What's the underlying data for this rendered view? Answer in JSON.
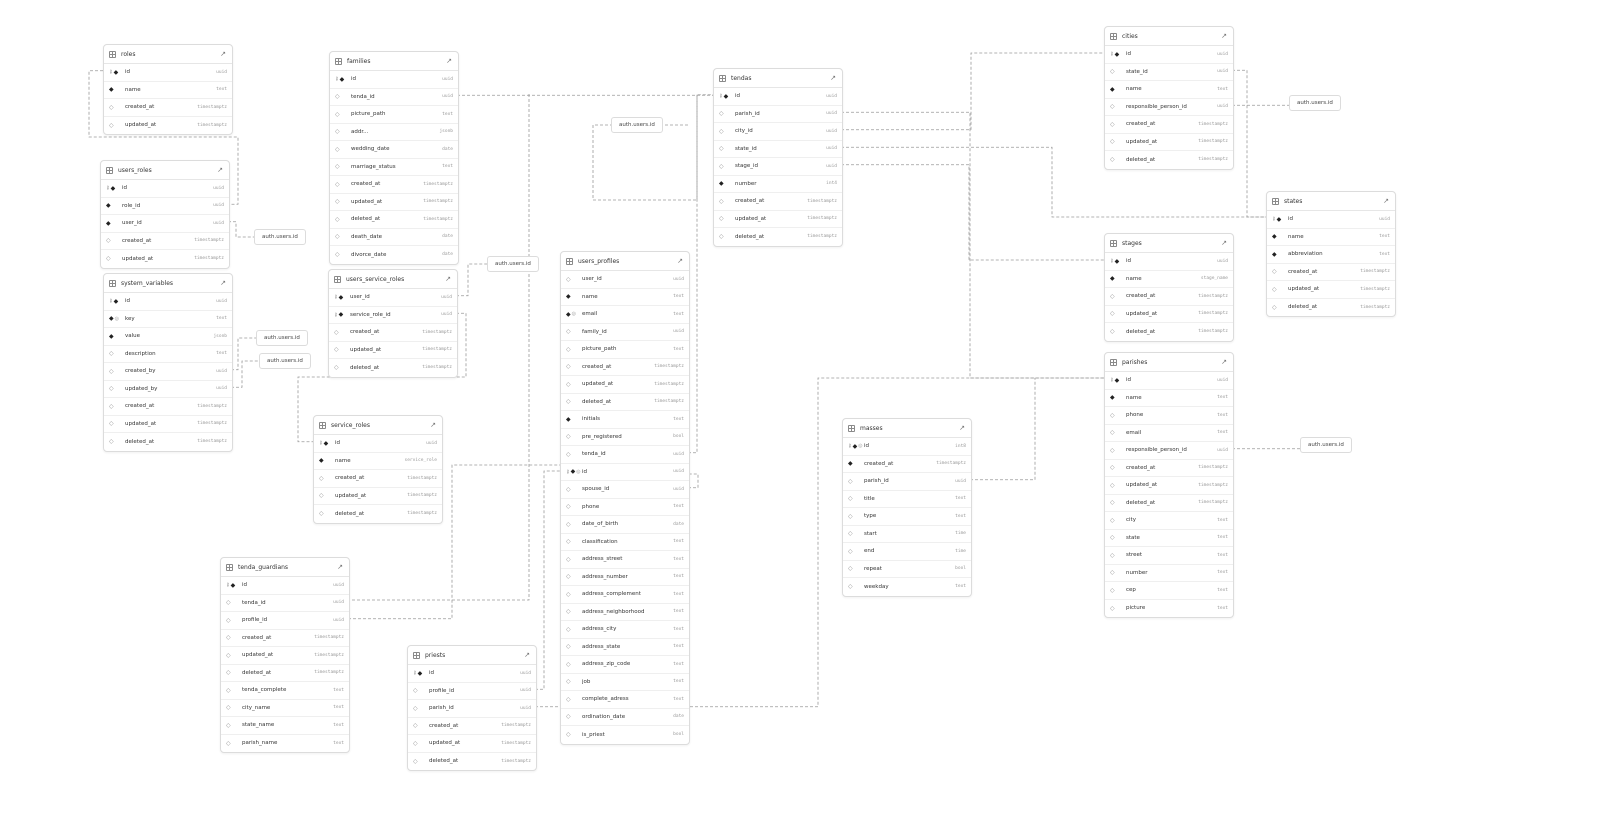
{
  "reference_label": "auth.users.id",
  "tables": [
    {
      "id": "roles",
      "name": "roles",
      "columns": [
        {
          "name": "id",
          "type": "uuid",
          "pk": true,
          "req": true
        },
        {
          "name": "name",
          "type": "text",
          "req": true
        },
        {
          "name": "created_at",
          "type": "timestamptz"
        },
        {
          "name": "updated_at",
          "type": "timestamptz"
        }
      ]
    },
    {
      "id": "users_roles",
      "name": "users_roles",
      "columns": [
        {
          "name": "id",
          "type": "uuid",
          "pk": true,
          "req": true
        },
        {
          "name": "role_id",
          "type": "uuid",
          "req": true
        },
        {
          "name": "user_id",
          "type": "uuid",
          "req": true
        },
        {
          "name": "created_at",
          "type": "timestamptz"
        },
        {
          "name": "updated_at",
          "type": "timestamptz"
        }
      ]
    },
    {
      "id": "system_variables",
      "name": "system_variables",
      "columns": [
        {
          "name": "id",
          "type": "uuid",
          "pk": true,
          "req": true
        },
        {
          "name": "key",
          "type": "text",
          "req": true,
          "uniq": true
        },
        {
          "name": "value",
          "type": "jsonb",
          "req": true
        },
        {
          "name": "description",
          "type": "text"
        },
        {
          "name": "created_by",
          "type": "uuid"
        },
        {
          "name": "updated_by",
          "type": "uuid"
        },
        {
          "name": "created_at",
          "type": "timestamptz"
        },
        {
          "name": "updated_at",
          "type": "timestamptz"
        },
        {
          "name": "deleted_at",
          "type": "timestamptz"
        }
      ]
    },
    {
      "id": "families",
      "name": "families",
      "columns": [
        {
          "name": "id",
          "type": "uuid",
          "pk": true,
          "req": true
        },
        {
          "name": "tenda_id",
          "type": "uuid"
        },
        {
          "name": "picture_path",
          "type": "text"
        },
        {
          "name": "addr...",
          "type": "jsonb"
        },
        {
          "name": "wedding_date",
          "type": "date"
        },
        {
          "name": "marriage_status",
          "type": "text"
        },
        {
          "name": "created_at",
          "type": "timestamptz"
        },
        {
          "name": "updated_at",
          "type": "timestamptz"
        },
        {
          "name": "deleted_at",
          "type": "timestamptz"
        },
        {
          "name": "death_date",
          "type": "date"
        },
        {
          "name": "divorce_date",
          "type": "date"
        }
      ]
    },
    {
      "id": "users_service_roles",
      "name": "users_service_roles",
      "columns": [
        {
          "name": "user_id",
          "type": "uuid",
          "pk": true,
          "req": true
        },
        {
          "name": "service_role_id",
          "type": "uuid",
          "pk": true,
          "req": true
        },
        {
          "name": "created_at",
          "type": "timestamptz"
        },
        {
          "name": "updated_at",
          "type": "timestamptz"
        },
        {
          "name": "deleted_at",
          "type": "timestamptz"
        }
      ]
    },
    {
      "id": "service_roles",
      "name": "service_roles",
      "columns": [
        {
          "name": "id",
          "type": "uuid",
          "pk": true,
          "req": true
        },
        {
          "name": "name",
          "type": "service_role",
          "req": true
        },
        {
          "name": "created_at",
          "type": "timestamptz"
        },
        {
          "name": "updated_at",
          "type": "timestamptz"
        },
        {
          "name": "deleted_at",
          "type": "timestamptz"
        }
      ]
    },
    {
      "id": "tenda_guardians",
      "name": "tenda_guardians",
      "columns": [
        {
          "name": "id",
          "type": "uuid",
          "pk": true,
          "req": true
        },
        {
          "name": "tenda_id",
          "type": "uuid"
        },
        {
          "name": "profile_id",
          "type": "uuid"
        },
        {
          "name": "created_at",
          "type": "timestamptz"
        },
        {
          "name": "updated_at",
          "type": "timestamptz"
        },
        {
          "name": "deleted_at",
          "type": "timestamptz"
        },
        {
          "name": "tenda_complete",
          "type": "text"
        },
        {
          "name": "city_name",
          "type": "text"
        },
        {
          "name": "state_name",
          "type": "text"
        },
        {
          "name": "parish_name",
          "type": "text"
        }
      ]
    },
    {
      "id": "priests",
      "name": "priests",
      "columns": [
        {
          "name": "id",
          "type": "uuid",
          "pk": true,
          "req": true
        },
        {
          "name": "profile_id",
          "type": "uuid"
        },
        {
          "name": "parish_id",
          "type": "uuid"
        },
        {
          "name": "created_at",
          "type": "timestamptz"
        },
        {
          "name": "updated_at",
          "type": "timestamptz"
        },
        {
          "name": "deleted_at",
          "type": "timestamptz"
        }
      ]
    },
    {
      "id": "users_profiles",
      "name": "users_profiles",
      "columns": [
        {
          "name": "user_id",
          "type": "uuid"
        },
        {
          "name": "name",
          "type": "text",
          "req": true
        },
        {
          "name": "email",
          "type": "text",
          "req": true,
          "uniq": true
        },
        {
          "name": "family_id",
          "type": "uuid"
        },
        {
          "name": "picture_path",
          "type": "text"
        },
        {
          "name": "created_at",
          "type": "timestamptz"
        },
        {
          "name": "updated_at",
          "type": "timestamptz"
        },
        {
          "name": "deleted_at",
          "type": "timestamptz"
        },
        {
          "name": "initials",
          "type": "text",
          "req": true
        },
        {
          "name": "pre_registered",
          "type": "bool"
        },
        {
          "name": "tenda_id",
          "type": "uuid"
        },
        {
          "name": "id",
          "type": "uuid",
          "pk": true,
          "req": true,
          "uniq": true
        },
        {
          "name": "spouse_id",
          "type": "uuid"
        },
        {
          "name": "phone",
          "type": "text"
        },
        {
          "name": "date_of_birth",
          "type": "date"
        },
        {
          "name": "classification",
          "type": "text"
        },
        {
          "name": "address_street",
          "type": "text"
        },
        {
          "name": "address_number",
          "type": "text"
        },
        {
          "name": "address_complement",
          "type": "text"
        },
        {
          "name": "address_neighborhood",
          "type": "text"
        },
        {
          "name": "address_city",
          "type": "text"
        },
        {
          "name": "address_state",
          "type": "text"
        },
        {
          "name": "address_zip_code",
          "type": "text"
        },
        {
          "name": "job",
          "type": "text"
        },
        {
          "name": "complete_adress",
          "type": "text"
        },
        {
          "name": "ordination_date",
          "type": "date"
        },
        {
          "name": "is_priest",
          "type": "bool"
        }
      ]
    },
    {
      "id": "tendas",
      "name": "tendas",
      "columns": [
        {
          "name": "id",
          "type": "uuid",
          "pk": true,
          "req": true
        },
        {
          "name": "parish_id",
          "type": "uuid"
        },
        {
          "name": "city_id",
          "type": "uuid"
        },
        {
          "name": "state_id",
          "type": "uuid"
        },
        {
          "name": "stage_id",
          "type": "uuid"
        },
        {
          "name": "number",
          "type": "int4",
          "req": true
        },
        {
          "name": "created_at",
          "type": "timestamptz"
        },
        {
          "name": "updated_at",
          "type": "timestamptz"
        },
        {
          "name": "deleted_at",
          "type": "timestamptz"
        }
      ]
    },
    {
      "id": "masses",
      "name": "masses",
      "columns": [
        {
          "name": "id",
          "type": "int8",
          "pk": true,
          "req": true,
          "uniq": true
        },
        {
          "name": "created_at",
          "type": "timestamptz",
          "req": true
        },
        {
          "name": "parish_id",
          "type": "uuid"
        },
        {
          "name": "title",
          "type": "text"
        },
        {
          "name": "type",
          "type": "text"
        },
        {
          "name": "start",
          "type": "time"
        },
        {
          "name": "end",
          "type": "time"
        },
        {
          "name": "repeat",
          "type": "bool"
        },
        {
          "name": "weekday",
          "type": "text"
        }
      ]
    },
    {
      "id": "cities",
      "name": "cities",
      "columns": [
        {
          "name": "id",
          "type": "uuid",
          "pk": true,
          "req": true
        },
        {
          "name": "state_id",
          "type": "uuid"
        },
        {
          "name": "name",
          "type": "text",
          "req": true
        },
        {
          "name": "responsible_person_id",
          "type": "uuid"
        },
        {
          "name": "created_at",
          "type": "timestamptz"
        },
        {
          "name": "updated_at",
          "type": "timestamptz"
        },
        {
          "name": "deleted_at",
          "type": "timestamptz"
        }
      ]
    },
    {
      "id": "stages",
      "name": "stages",
      "columns": [
        {
          "name": "id",
          "type": "uuid",
          "pk": true,
          "req": true
        },
        {
          "name": "name",
          "type": "stage_name",
          "req": true
        },
        {
          "name": "created_at",
          "type": "timestamptz"
        },
        {
          "name": "updated_at",
          "type": "timestamptz"
        },
        {
          "name": "deleted_at",
          "type": "timestamptz"
        }
      ]
    },
    {
      "id": "states",
      "name": "states",
      "columns": [
        {
          "name": "id",
          "type": "uuid",
          "pk": true,
          "req": true
        },
        {
          "name": "name",
          "type": "text",
          "req": true
        },
        {
          "name": "abbreviation",
          "type": "text",
          "req": true
        },
        {
          "name": "created_at",
          "type": "timestamptz"
        },
        {
          "name": "updated_at",
          "type": "timestamptz"
        },
        {
          "name": "deleted_at",
          "type": "timestamptz"
        }
      ]
    },
    {
      "id": "parishes",
      "name": "parishes",
      "columns": [
        {
          "name": "id",
          "type": "uuid",
          "pk": true,
          "req": true
        },
        {
          "name": "name",
          "type": "text",
          "req": true
        },
        {
          "name": "phone",
          "type": "text"
        },
        {
          "name": "email",
          "type": "text"
        },
        {
          "name": "responsible_person_id",
          "type": "uuid"
        },
        {
          "name": "created_at",
          "type": "timestamptz"
        },
        {
          "name": "updated_at",
          "type": "timestamptz"
        },
        {
          "name": "deleted_at",
          "type": "timestamptz"
        },
        {
          "name": "city",
          "type": "text"
        },
        {
          "name": "state",
          "type": "text"
        },
        {
          "name": "street",
          "type": "text"
        },
        {
          "name": "number",
          "type": "text"
        },
        {
          "name": "cep",
          "type": "text"
        },
        {
          "name": "picture",
          "type": "text"
        }
      ]
    }
  ]
}
